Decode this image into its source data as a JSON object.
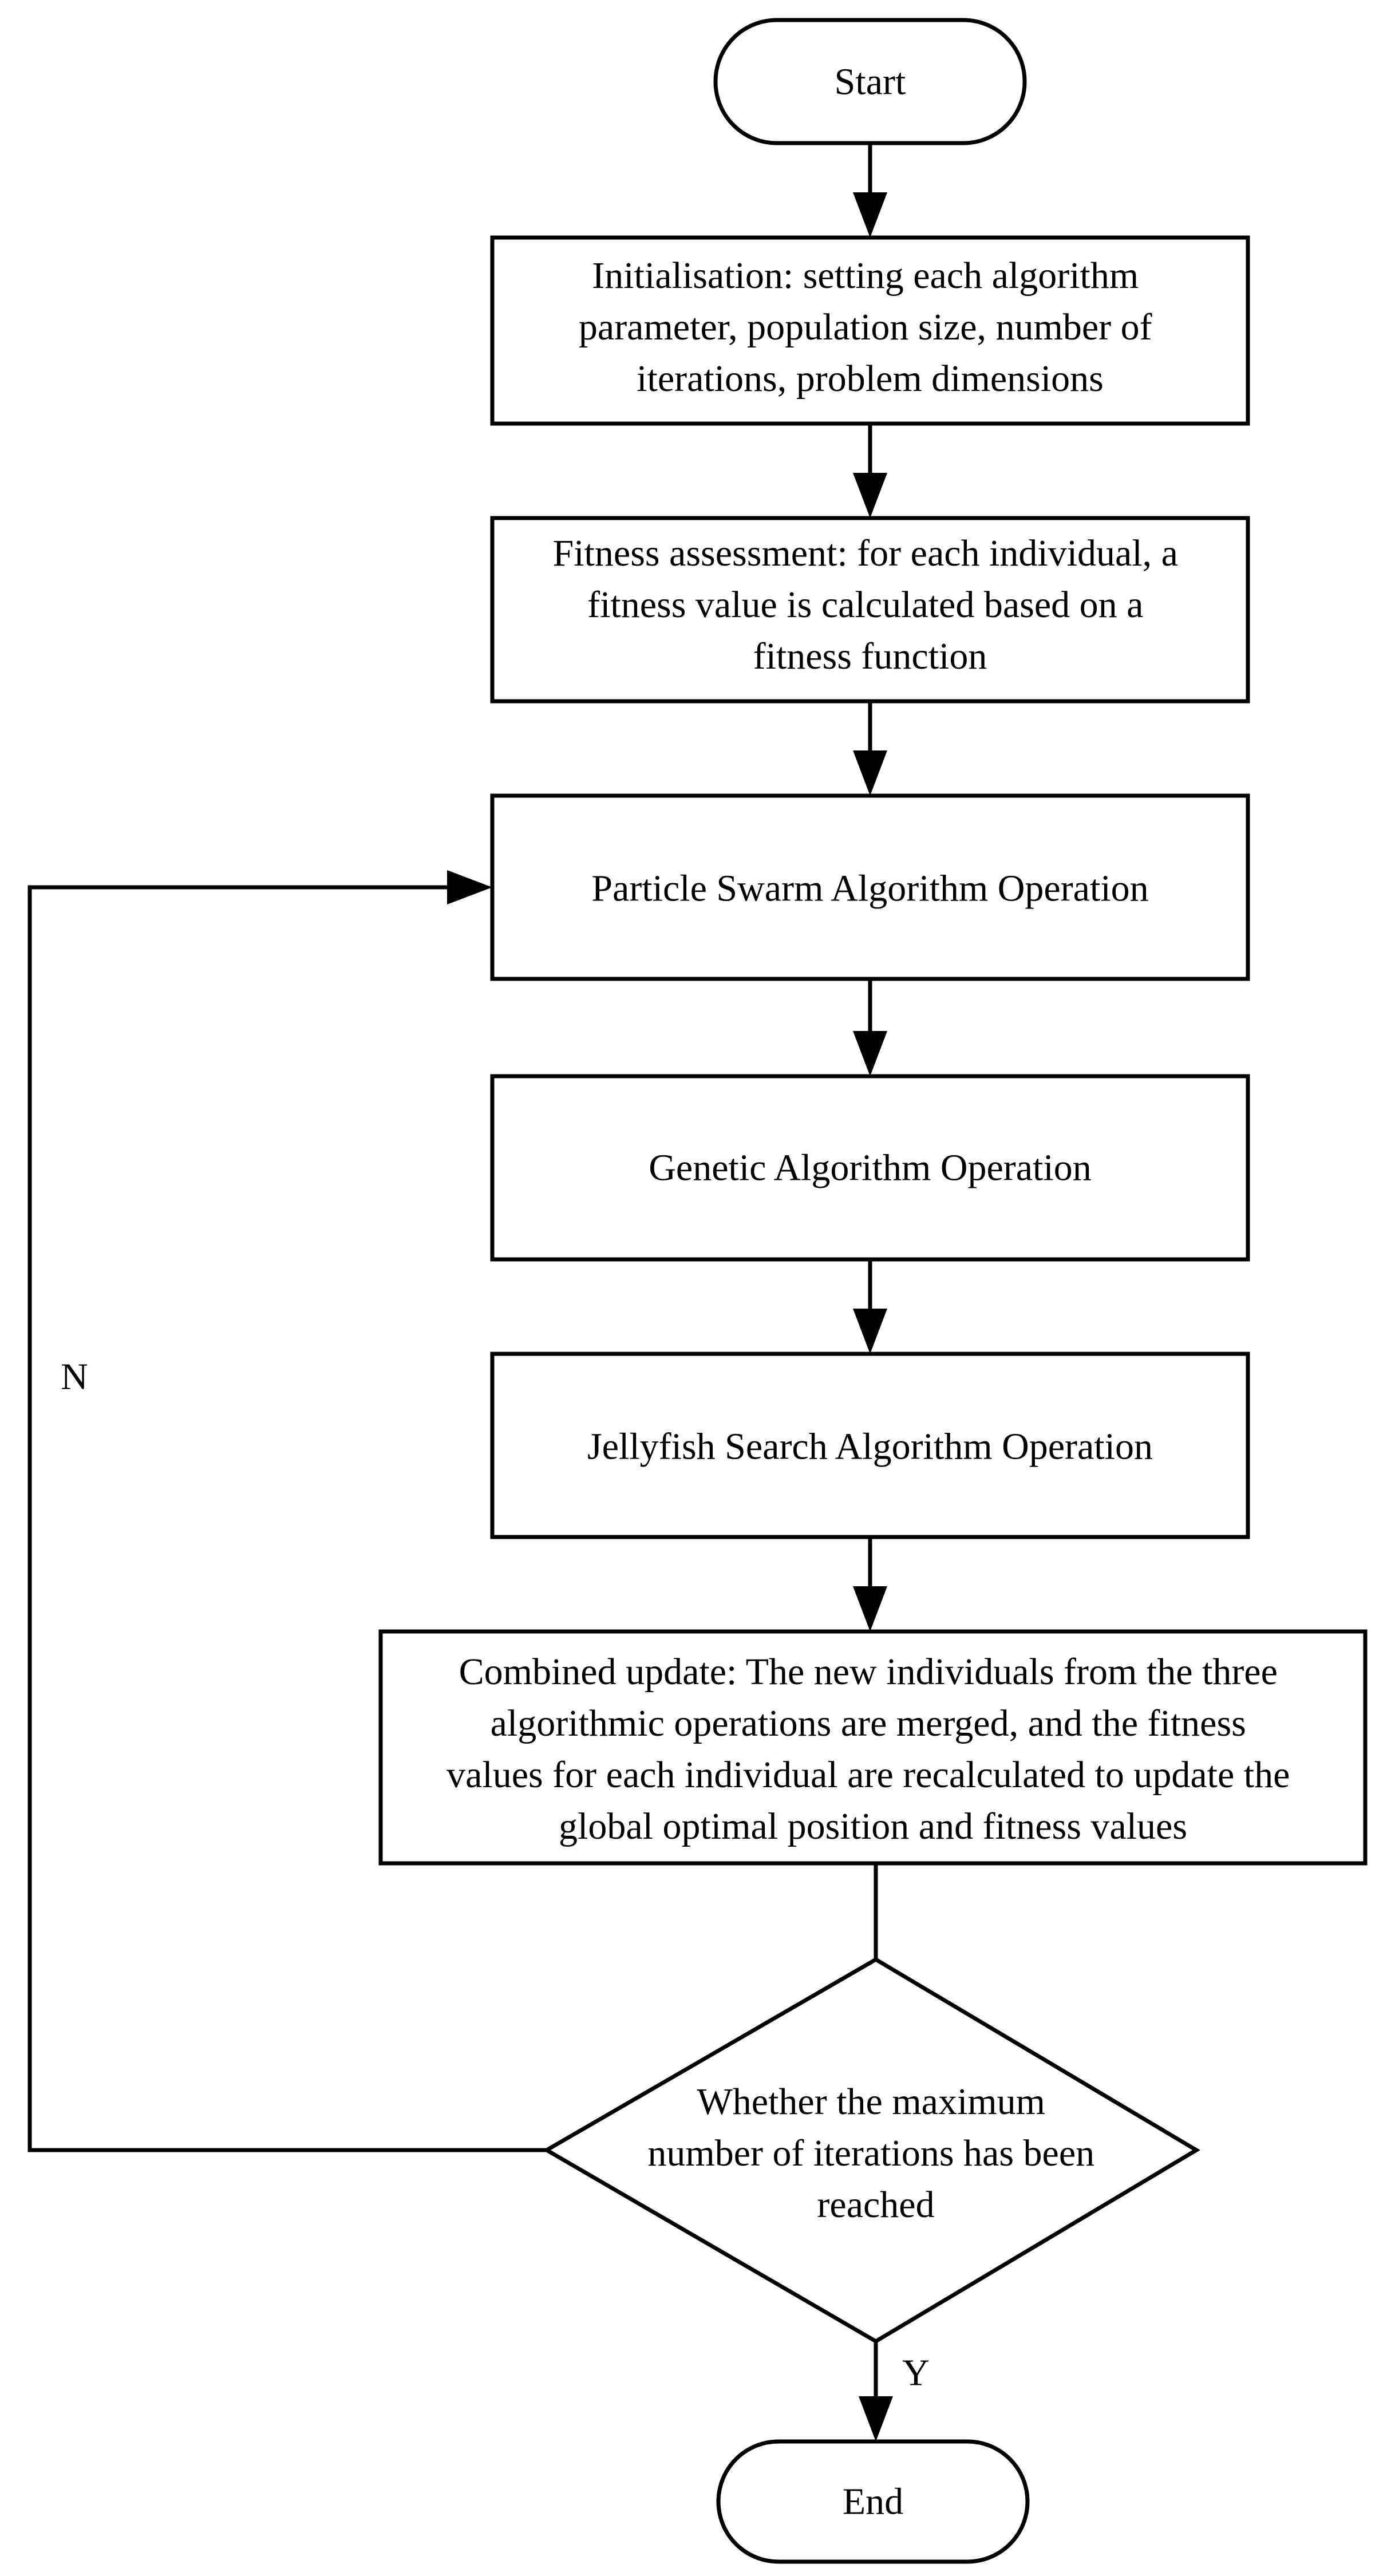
{
  "flowchart": {
    "start": "Start",
    "init": [
      "Initialisation: setting each algorithm",
      "parameter, population size, number of",
      "iterations, problem dimensions"
    ],
    "fitness": [
      "Fitness assessment: for each individual, a",
      "fitness value is calculated based on a",
      "fitness function"
    ],
    "pso": "Particle Swarm Algorithm Operation",
    "ga": "Genetic Algorithm Operation",
    "jsa": "Jellyfish Search Algorithm Operation",
    "combined": [
      "Combined update: The new individuals from the three",
      "algorithmic operations are merged, and the fitness",
      "values for each individual are recalculated to update the",
      "global optimal position and fitness values"
    ],
    "decision": [
      "Whether the maximum",
      "number of iterations has been",
      "reached"
    ],
    "no_label": "N",
    "yes_label": "Y",
    "end": "End"
  }
}
